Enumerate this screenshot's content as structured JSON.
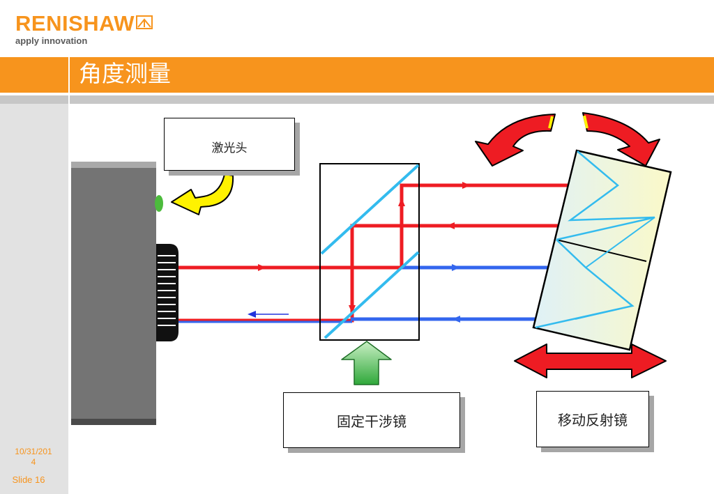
{
  "brand": {
    "name": "RENISHAW",
    "tagline": "apply innovation",
    "color": "#f7941d"
  },
  "slide": {
    "title": "角度测量",
    "date": "10/31/2014",
    "date_line1": "10/31/201",
    "date_line2": "4",
    "number_label": "Slide 16"
  },
  "labels": {
    "laser_head": "激光头",
    "fixed_interferometer": "固定干涉镜",
    "moving_reflector": "移动反射镜"
  },
  "colors": {
    "accent": "#f7941d",
    "beam_red": "#ee1c23",
    "beam_blue": "#3366ee",
    "optic_cyan": "#33bbee"
  },
  "icons": [
    "renishaw-logo-mark",
    "curved-arrow-icon",
    "rotate-arrow-icon",
    "double-arrow-icon",
    "up-arrow-icon"
  ]
}
